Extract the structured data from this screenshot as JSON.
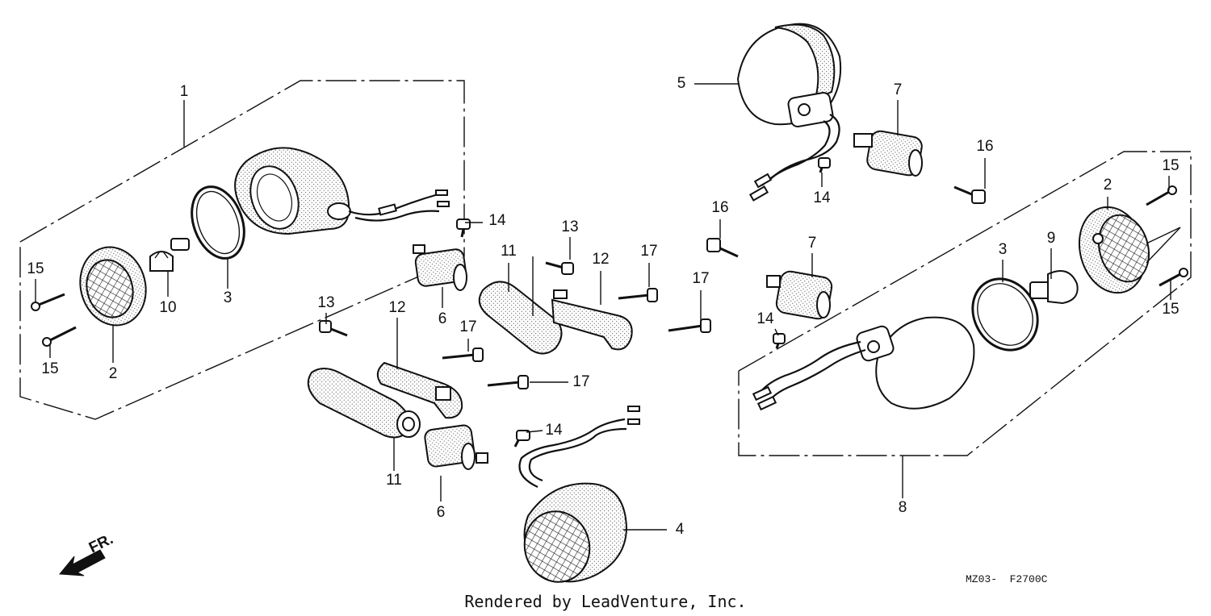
{
  "diagram": {
    "callouts": {
      "c1": "1",
      "c2a": "2",
      "c2b": "2",
      "c3a": "3",
      "c3b": "3",
      "c4": "4",
      "c5": "5",
      "c6a": "6",
      "c6b": "6",
      "c7a": "7",
      "c7b": "7",
      "c8": "8",
      "c9": "9",
      "c10": "10",
      "c11a": "11",
      "c11b": "11",
      "c12a": "12",
      "c12b": "12",
      "c13a": "13",
      "c13b": "13",
      "c14a": "14",
      "c14b": "14",
      "c14c": "14",
      "c14d": "14",
      "c15a": "15",
      "c15b": "15",
      "c15c": "15",
      "c15d": "15",
      "c16a": "16",
      "c16b": "16",
      "c17a": "17",
      "c17b": "17",
      "c17c": "17",
      "c17d": "17"
    },
    "direction_label": "FR.",
    "diagram_code": "MZ03-  F2700C",
    "footer": "Rendered by LeadVenture, Inc."
  }
}
